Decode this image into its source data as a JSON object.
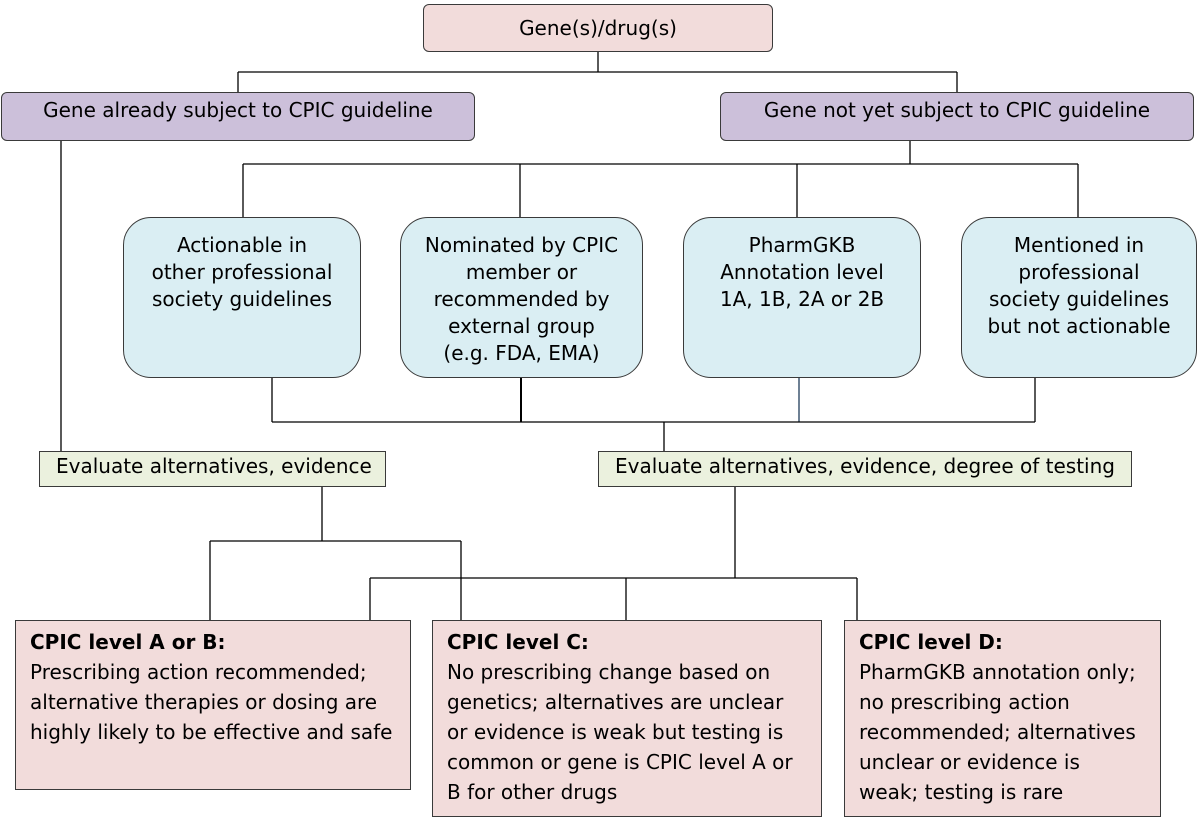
{
  "root": {
    "label": "Gene(s)/drug(s)"
  },
  "branches": {
    "left": "Gene already subject to CPIC guideline",
    "right": "Gene not yet subject to CPIC guideline"
  },
  "criteria": [
    {
      "lines": [
        "Actionable in",
        "other professional",
        "society guidelines"
      ]
    },
    {
      "lines": [
        "Nominated by CPIC",
        "member or",
        "recommended by",
        "external group",
        "(e.g. FDA, EMA)"
      ]
    },
    {
      "lines": [
        "PharmGKB",
        "Annotation level",
        "1A, 1B, 2A or 2B"
      ]
    },
    {
      "lines": [
        "Mentioned in",
        "professional",
        "society guidelines",
        "but not actionable"
      ]
    }
  ],
  "evaluate": {
    "left": "Evaluate alternatives, evidence",
    "right": "Evaluate alternatives, evidence, degree of testing"
  },
  "levels": [
    {
      "title": "CPIC level A or B:",
      "lines": [
        "Prescribing action recommended;",
        "alternative therapies or dosing are",
        "highly likely to be effective and safe"
      ]
    },
    {
      "title": "CPIC level C:",
      "lines": [
        "No prescribing change based on",
        "genetics; alternatives are unclear",
        "or evidence is weak but testing is",
        "common or gene is CPIC level A or",
        "B for other drugs"
      ]
    },
    {
      "title": "CPIC level D:",
      "lines": [
        "PharmGKB annotation only;",
        "no prescribing action",
        "recommended; alternatives",
        "unclear or evidence is",
        "weak; testing is rare"
      ]
    }
  ]
}
